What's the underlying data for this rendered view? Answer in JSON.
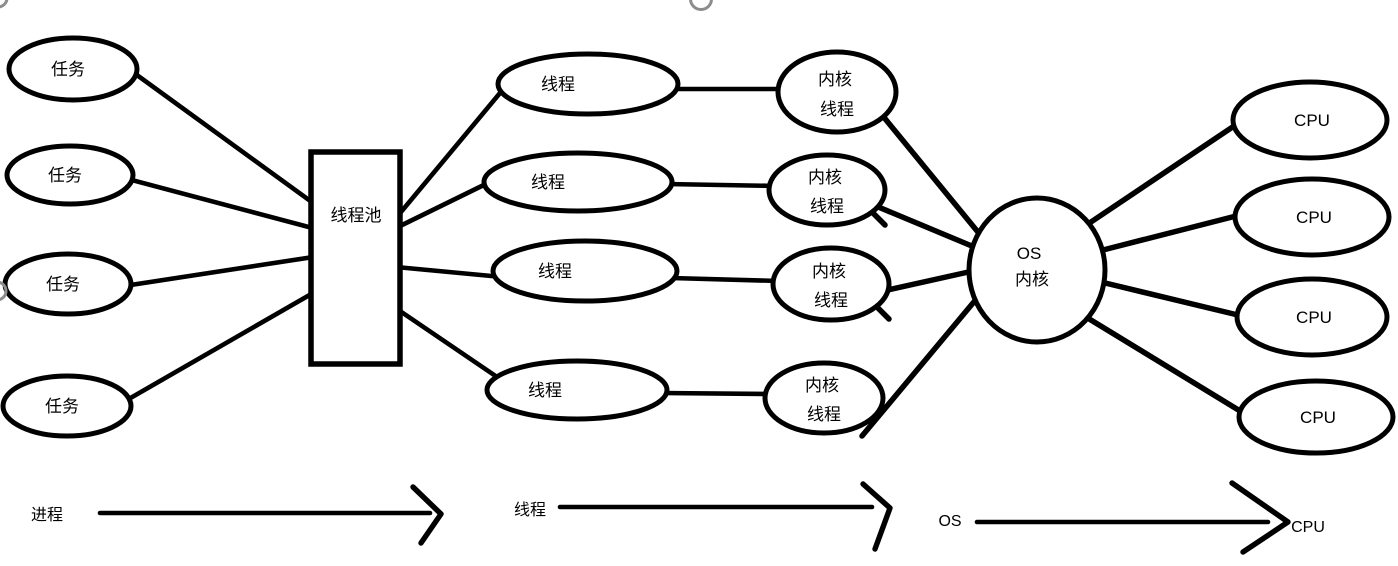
{
  "canvas": {
    "background": "#ffffff",
    "ink_color": "#000000",
    "fragment_gray": "#8d8d8d"
  },
  "nodes": {
    "tasks": [
      {
        "label": "任务"
      },
      {
        "label": "任务"
      },
      {
        "label": "任务"
      },
      {
        "label": "任务"
      }
    ],
    "thread_pool": {
      "label": "线程池"
    },
    "threads": [
      {
        "label": "线程"
      },
      {
        "label": "线程"
      },
      {
        "label": "线程"
      },
      {
        "label": "线程"
      }
    ],
    "kernel_threads": [
      {
        "line1": "内核",
        "line2": "线程"
      },
      {
        "line1": "内核",
        "line2": "线程"
      },
      {
        "line1": "内核",
        "line2": "线程"
      },
      {
        "line1": "内核",
        "line2": "线程"
      }
    ],
    "os_kernel": {
      "line1": "OS",
      "line2": "内核"
    },
    "cpus": [
      {
        "label": "CPU"
      },
      {
        "label": "CPU"
      },
      {
        "label": "CPU"
      },
      {
        "label": "CPU"
      }
    ]
  },
  "legend": {
    "process": {
      "label": "进程"
    },
    "thread": {
      "label": "线程"
    },
    "os": {
      "label": "OS"
    },
    "cpu": {
      "label": "CPU"
    }
  }
}
